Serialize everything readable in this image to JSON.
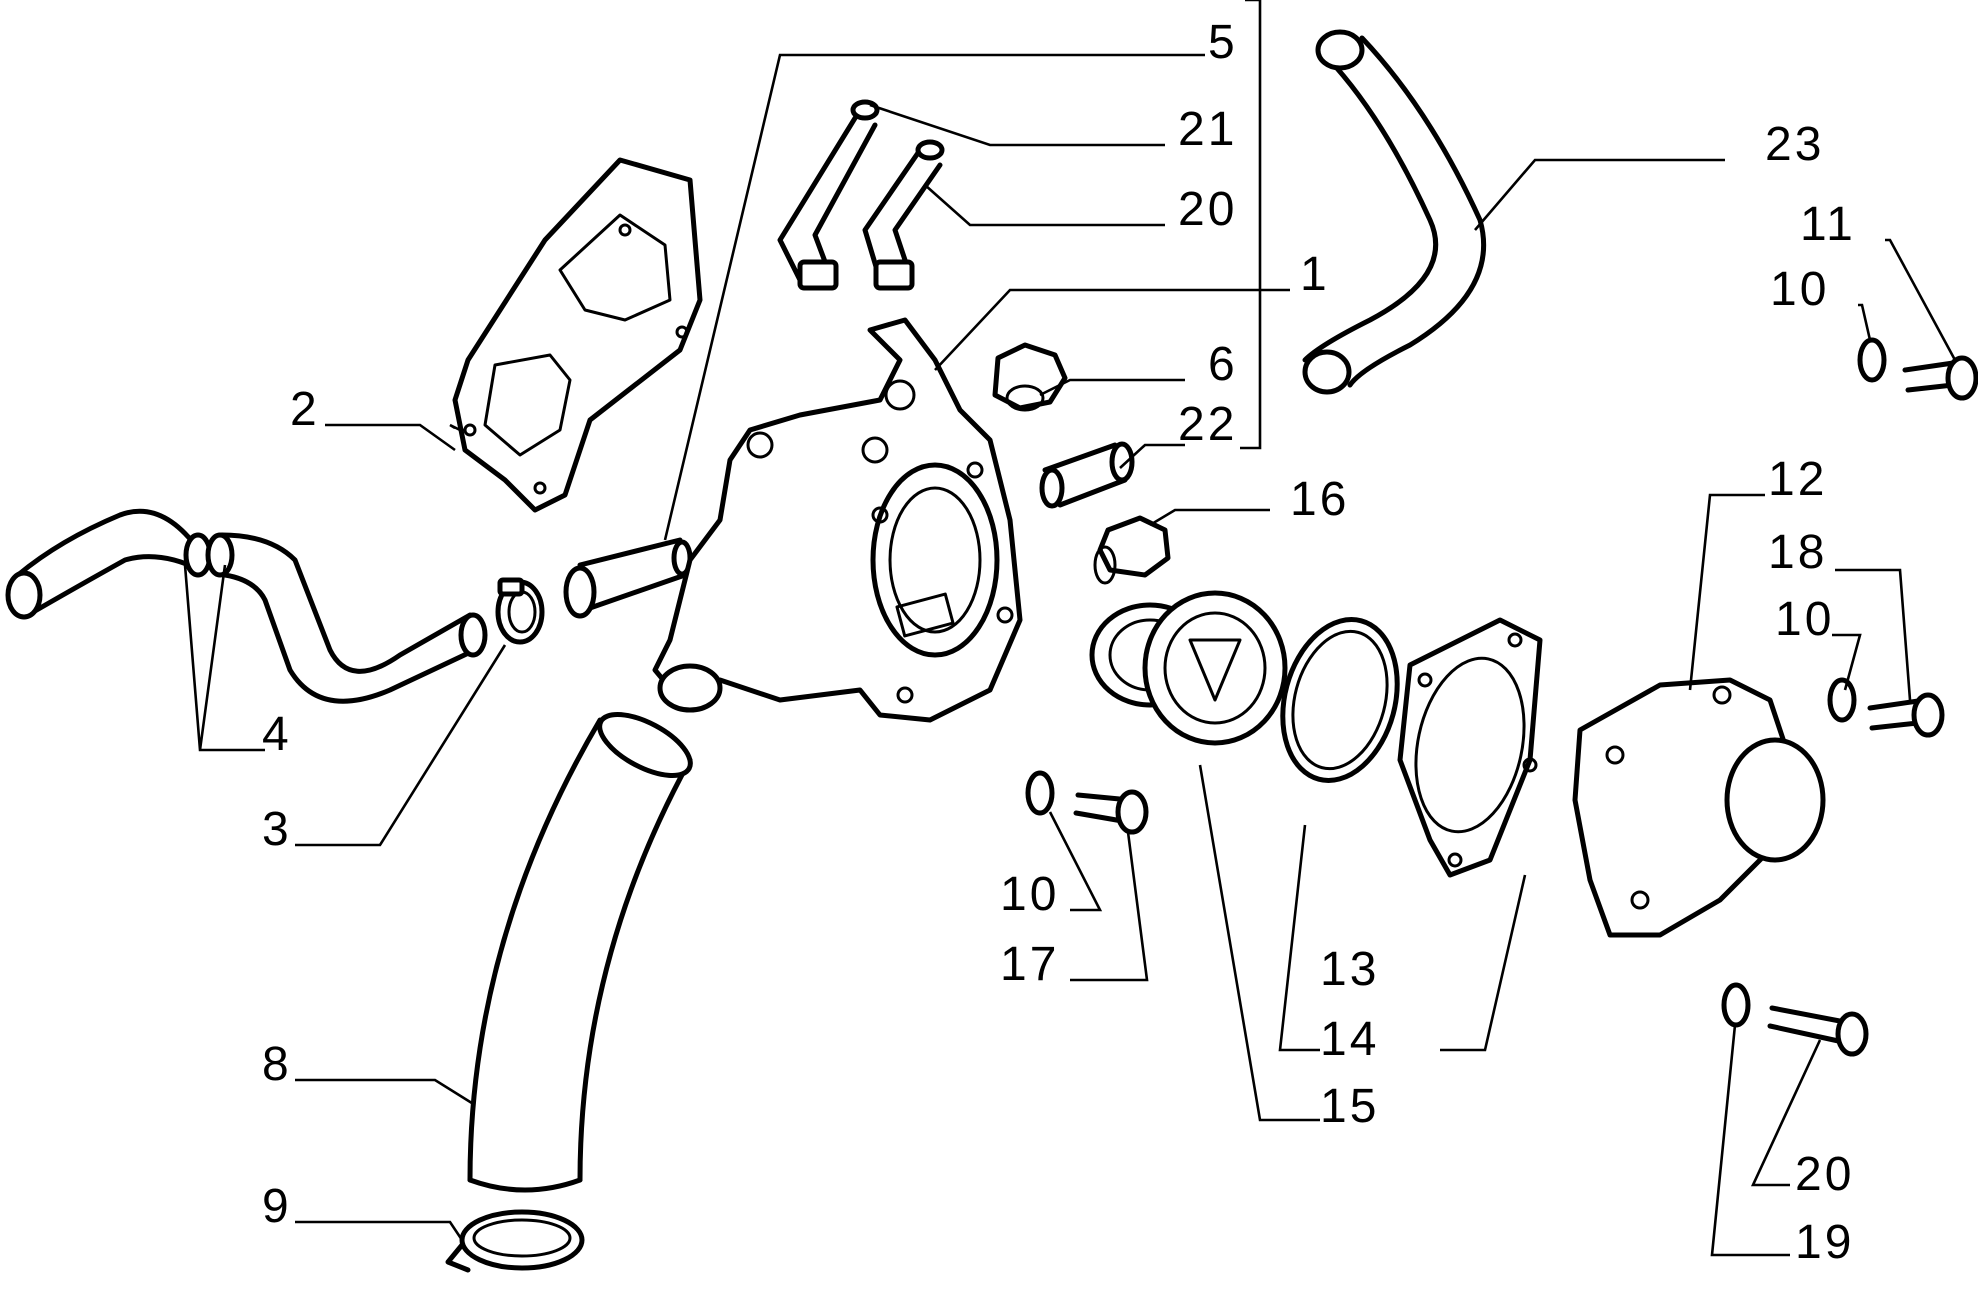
{
  "callouts": {
    "c1": "1",
    "c2": "2",
    "c3": "3",
    "c4": "4",
    "c5": "5",
    "c6": "6",
    "c8": "8",
    "c9": "9",
    "c10a": "10",
    "c10b": "10",
    "c10c": "10",
    "c11": "11",
    "c12": "12",
    "c13": "13",
    "c14": "14",
    "c15": "15",
    "c16": "16",
    "c17": "17",
    "c18": "18",
    "c19": "19",
    "c20a": "20",
    "c20b": "20",
    "c21": "21",
    "c22": "22",
    "c23": "23"
  }
}
